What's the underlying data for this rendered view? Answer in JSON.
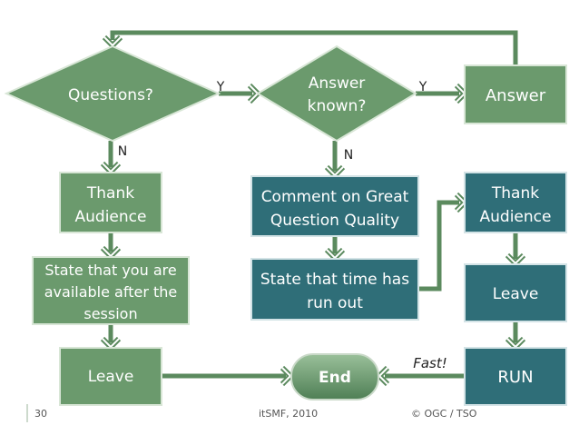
{
  "colors": {
    "green": "#6b9a6d",
    "green_border": "#d8e6d6",
    "teal": "#2f6e78",
    "teal_border": "#d3e3e6",
    "arrow": "#5b8a5e",
    "arrow_head": "#ffffff"
  },
  "nodes": {
    "questions": "Questions?",
    "answer_known_1": "Answer",
    "answer_known_2": "known?",
    "answer": "Answer",
    "thank_audience_left_1": "Thank",
    "thank_audience_left_2": "Audience",
    "comment_1": "Comment on Great",
    "comment_2": "Question Quality",
    "thank_audience_right_1": "Thank",
    "thank_audience_right_2": "Audience",
    "state_available_1": "State that you are",
    "state_available_2": "available after the",
    "state_available_3": "session",
    "state_time_1": "State that time has",
    "state_time_2": "run out",
    "leave_right": "Leave",
    "leave_left": "Leave",
    "end": "End",
    "run": "RUN"
  },
  "edge_labels": {
    "yes_1": "Y",
    "yes_2": "Y",
    "no_1": "N",
    "no_2": "N",
    "fast": "Fast!"
  },
  "footer": {
    "page": "30",
    "event": "itSMF, 2010",
    "copyright": "© OGC / TSO"
  }
}
